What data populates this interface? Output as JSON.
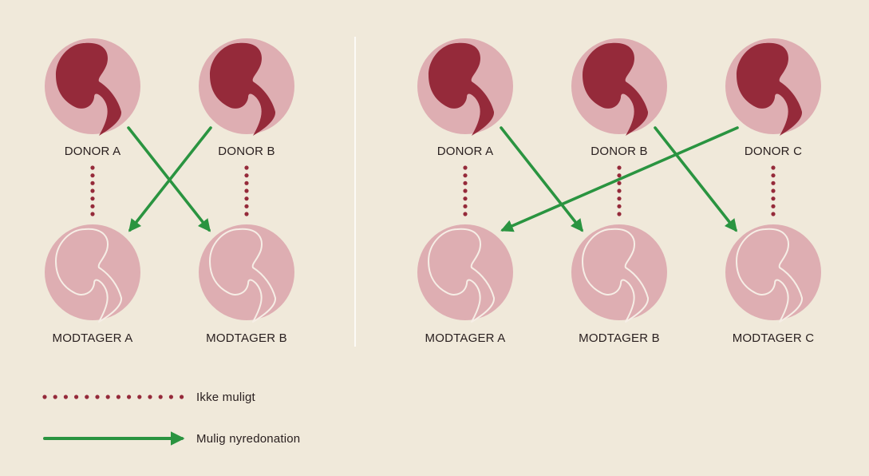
{
  "colors": {
    "background": "#f0e9da",
    "circle": "#deaeb2",
    "donor_kidney": "#952a3a",
    "recipient_outline": "#f6eee6",
    "not_possible": "#952a3a",
    "possible": "#2a9440",
    "divider": "#ffffff"
  },
  "panels": [
    {
      "id": "left",
      "donors": [
        "DONOR A",
        "DONOR B"
      ],
      "recipients": [
        "MODTAGER A",
        "MODTAGER B"
      ],
      "not_possible_pairs": [
        [
          0,
          0
        ],
        [
          1,
          1
        ]
      ],
      "donations": [
        {
          "from": 0,
          "to": 1
        },
        {
          "from": 1,
          "to": 0
        }
      ]
    },
    {
      "id": "right",
      "donors": [
        "DONOR A",
        "DONOR B",
        "DONOR C"
      ],
      "recipients": [
        "MODTAGER A",
        "MODTAGER B",
        "MODTAGER C"
      ],
      "not_possible_pairs": [
        [
          0,
          0
        ],
        [
          1,
          1
        ],
        [
          2,
          2
        ]
      ],
      "donations": [
        {
          "from": 0,
          "to": 1
        },
        {
          "from": 1,
          "to": 2
        },
        {
          "from": 2,
          "to": 0
        }
      ]
    }
  ],
  "legend": {
    "not_possible": {
      "label": "Ikke muligt",
      "icon": "dotted-line-icon"
    },
    "possible": {
      "label": "Mulig nyredonation",
      "icon": "green-arrow-icon"
    }
  }
}
